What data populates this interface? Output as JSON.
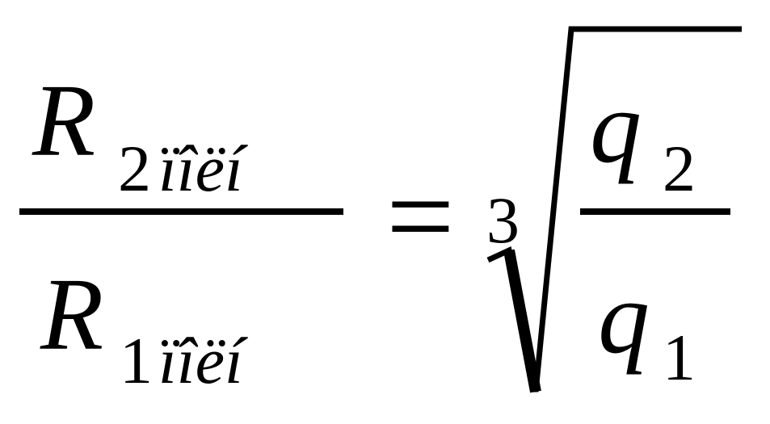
{
  "formula": {
    "lhs_numerator": {
      "symbol": "R",
      "subscript_number": "2",
      "subscript_text": "ïîëí"
    },
    "lhs_denominator": {
      "symbol": "R",
      "subscript_number": "1",
      "subscript_text": "ïîëí"
    },
    "equals": "=",
    "root_index": "3",
    "rhs_numerator": {
      "symbol": "q",
      "subscript_number": "2"
    },
    "rhs_denominator": {
      "symbol": "q",
      "subscript_number": "1"
    }
  }
}
